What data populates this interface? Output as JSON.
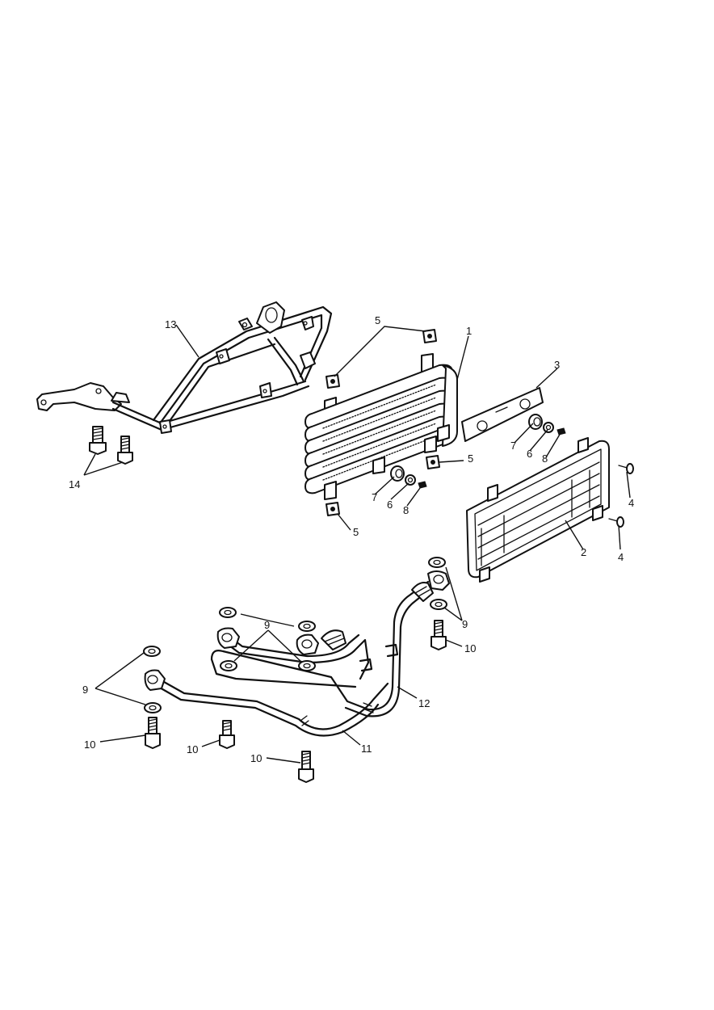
{
  "diagram": {
    "callouts": {
      "c1": "1",
      "c2": "2",
      "c3": "3",
      "c4a": "4",
      "c4b": "4",
      "c5a": "5",
      "c5b": "5",
      "c5c": "5",
      "c6a": "6",
      "c6b": "6",
      "c7a": "7",
      "c7b": "7",
      "c8a": "8",
      "c8b": "8",
      "c9a": "9",
      "c9b": "9",
      "c9c": "9",
      "c10a": "10",
      "c10b": "10",
      "c10c": "10",
      "c10d": "10",
      "c11": "11",
      "c12": "12",
      "c13": "13",
      "c14": "14"
    },
    "colors": {
      "line": "#111111",
      "background": "#ffffff"
    }
  }
}
